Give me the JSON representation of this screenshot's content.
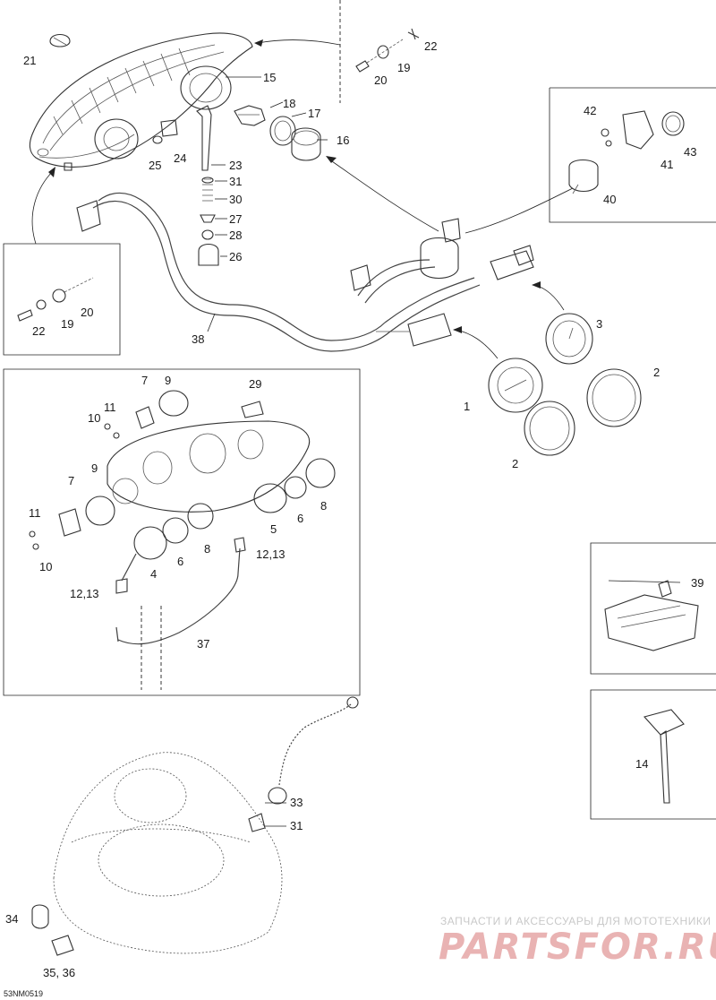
{
  "diagram": {
    "code": "53NM0519",
    "labels": {
      "p1": "1",
      "p2a": "2",
      "p2b": "2",
      "p3": "3",
      "p4": "4",
      "p5": "5",
      "p6a": "6",
      "p6b": "6",
      "p7a": "7",
      "p7b": "7",
      "p8a": "8",
      "p8b": "8",
      "p9a": "9",
      "p9b": "9",
      "p10a": "10",
      "p10b": "10",
      "p11a": "11",
      "p11b": "11",
      "p12a": "12,13",
      "p12b": "12,13",
      "p14": "14",
      "p15": "15",
      "p16": "16",
      "p17": "17",
      "p18": "18",
      "p19a": "19",
      "p19b": "19",
      "p20a": "20",
      "p20b": "20",
      "p21": "21",
      "p22a": "22",
      "p22b": "22",
      "p23": "23",
      "p24": "24",
      "p25": "25",
      "p26": "26",
      "p27": "27",
      "p28": "28",
      "p29": "29",
      "p30": "30",
      "p31a": "31",
      "p31b": "31",
      "p33": "33",
      "p34": "34",
      "p35": "35, 36",
      "p37": "37",
      "p38": "38",
      "p39": "39",
      "p40": "40",
      "p41": "41",
      "p42": "42",
      "p43": "43"
    }
  },
  "watermark": {
    "tagline": "ЗАПЧАСТИ И АКСЕССУАРЫ ДЛЯ МОТОТЕХНИКИ",
    "brand": "PARTSFOR.RU"
  }
}
